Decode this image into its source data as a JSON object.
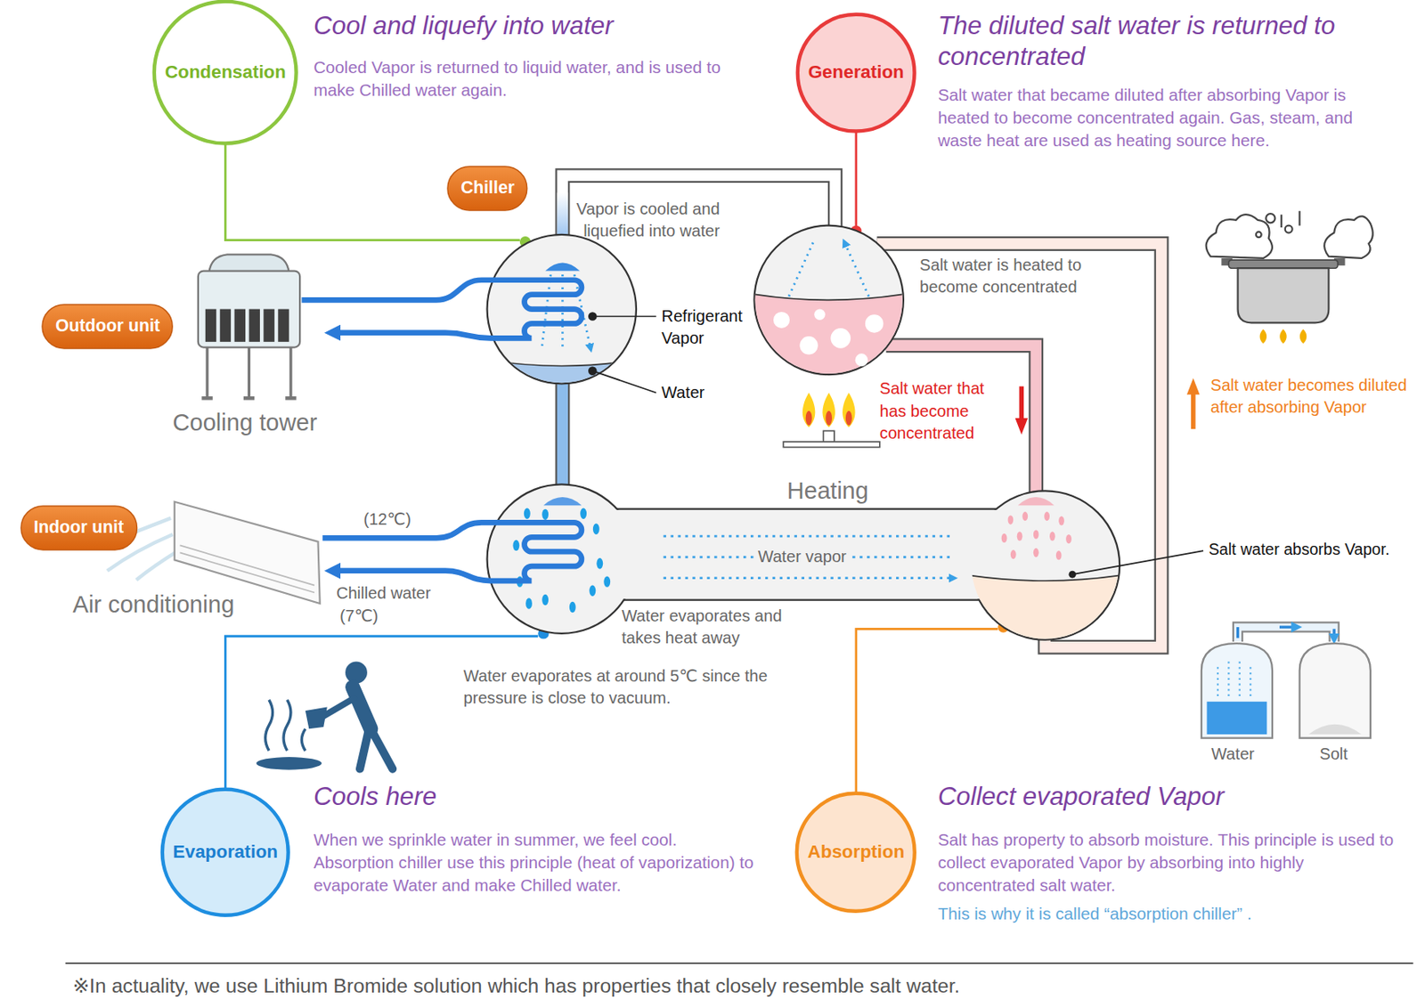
{
  "diagram": {
    "caption": "※In actuality, we use Lithium Bromide solution which has properties that closely resemble salt water.",
    "nodes": [
      {
        "text": [
          "Condensation"
        ]
      },
      {
        "text": [
          "Generation"
        ]
      },
      {
        "text": [
          "Chiller"
        ]
      },
      {
        "text": [
          "Outdoor unit"
        ]
      },
      {
        "text": [
          "Indoor unit"
        ]
      },
      {
        "text": [
          "Evaporation"
        ]
      },
      {
        "text": [
          "Absorption"
        ]
      }
    ],
    "labels": [
      "Cool and liquefy into water",
      "Cooled Vapor is returned to liquid water, and is used to make Chilled water again.",
      "The diluted salt water is returned to concentrated",
      "Salt water that became diluted after absorbing Vapor is heated to become concentrated again. Gas, steam, and waste heat are used as heating source here.",
      "Vapor is cooled and liquefied into water",
      "Refrigerant Vapor",
      "Water",
      "Cooling tower",
      "Salt water is heated to become concentrated",
      "Salt water that has become concentrated",
      "Heating",
      "Salt water becomes diluted after absorbing Vapor",
      "(12℃)",
      "Chilled water",
      "(7℃)",
      "Air conditioning",
      "Water vapor",
      "Salt water absorbs Vapor.",
      "Water evaporates and takes heat away",
      "Water evaporates at around 5℃ since the pressure is close to vacuum.",
      "Water",
      "Solt",
      "Cools here",
      "When we sprinkle water in summer, we feel cool. Absorption chiller use this principle (heat of vaporization) to evaporate Water and make Chilled water.",
      "Collect evaporated Vapor",
      "Salt has property to absorb moisture. This principle is used to collect evaporated Vapor by absorbing into highly concentrated salt water.",
      "This is why it is called “absorption chiller” ."
    ]
  }
}
